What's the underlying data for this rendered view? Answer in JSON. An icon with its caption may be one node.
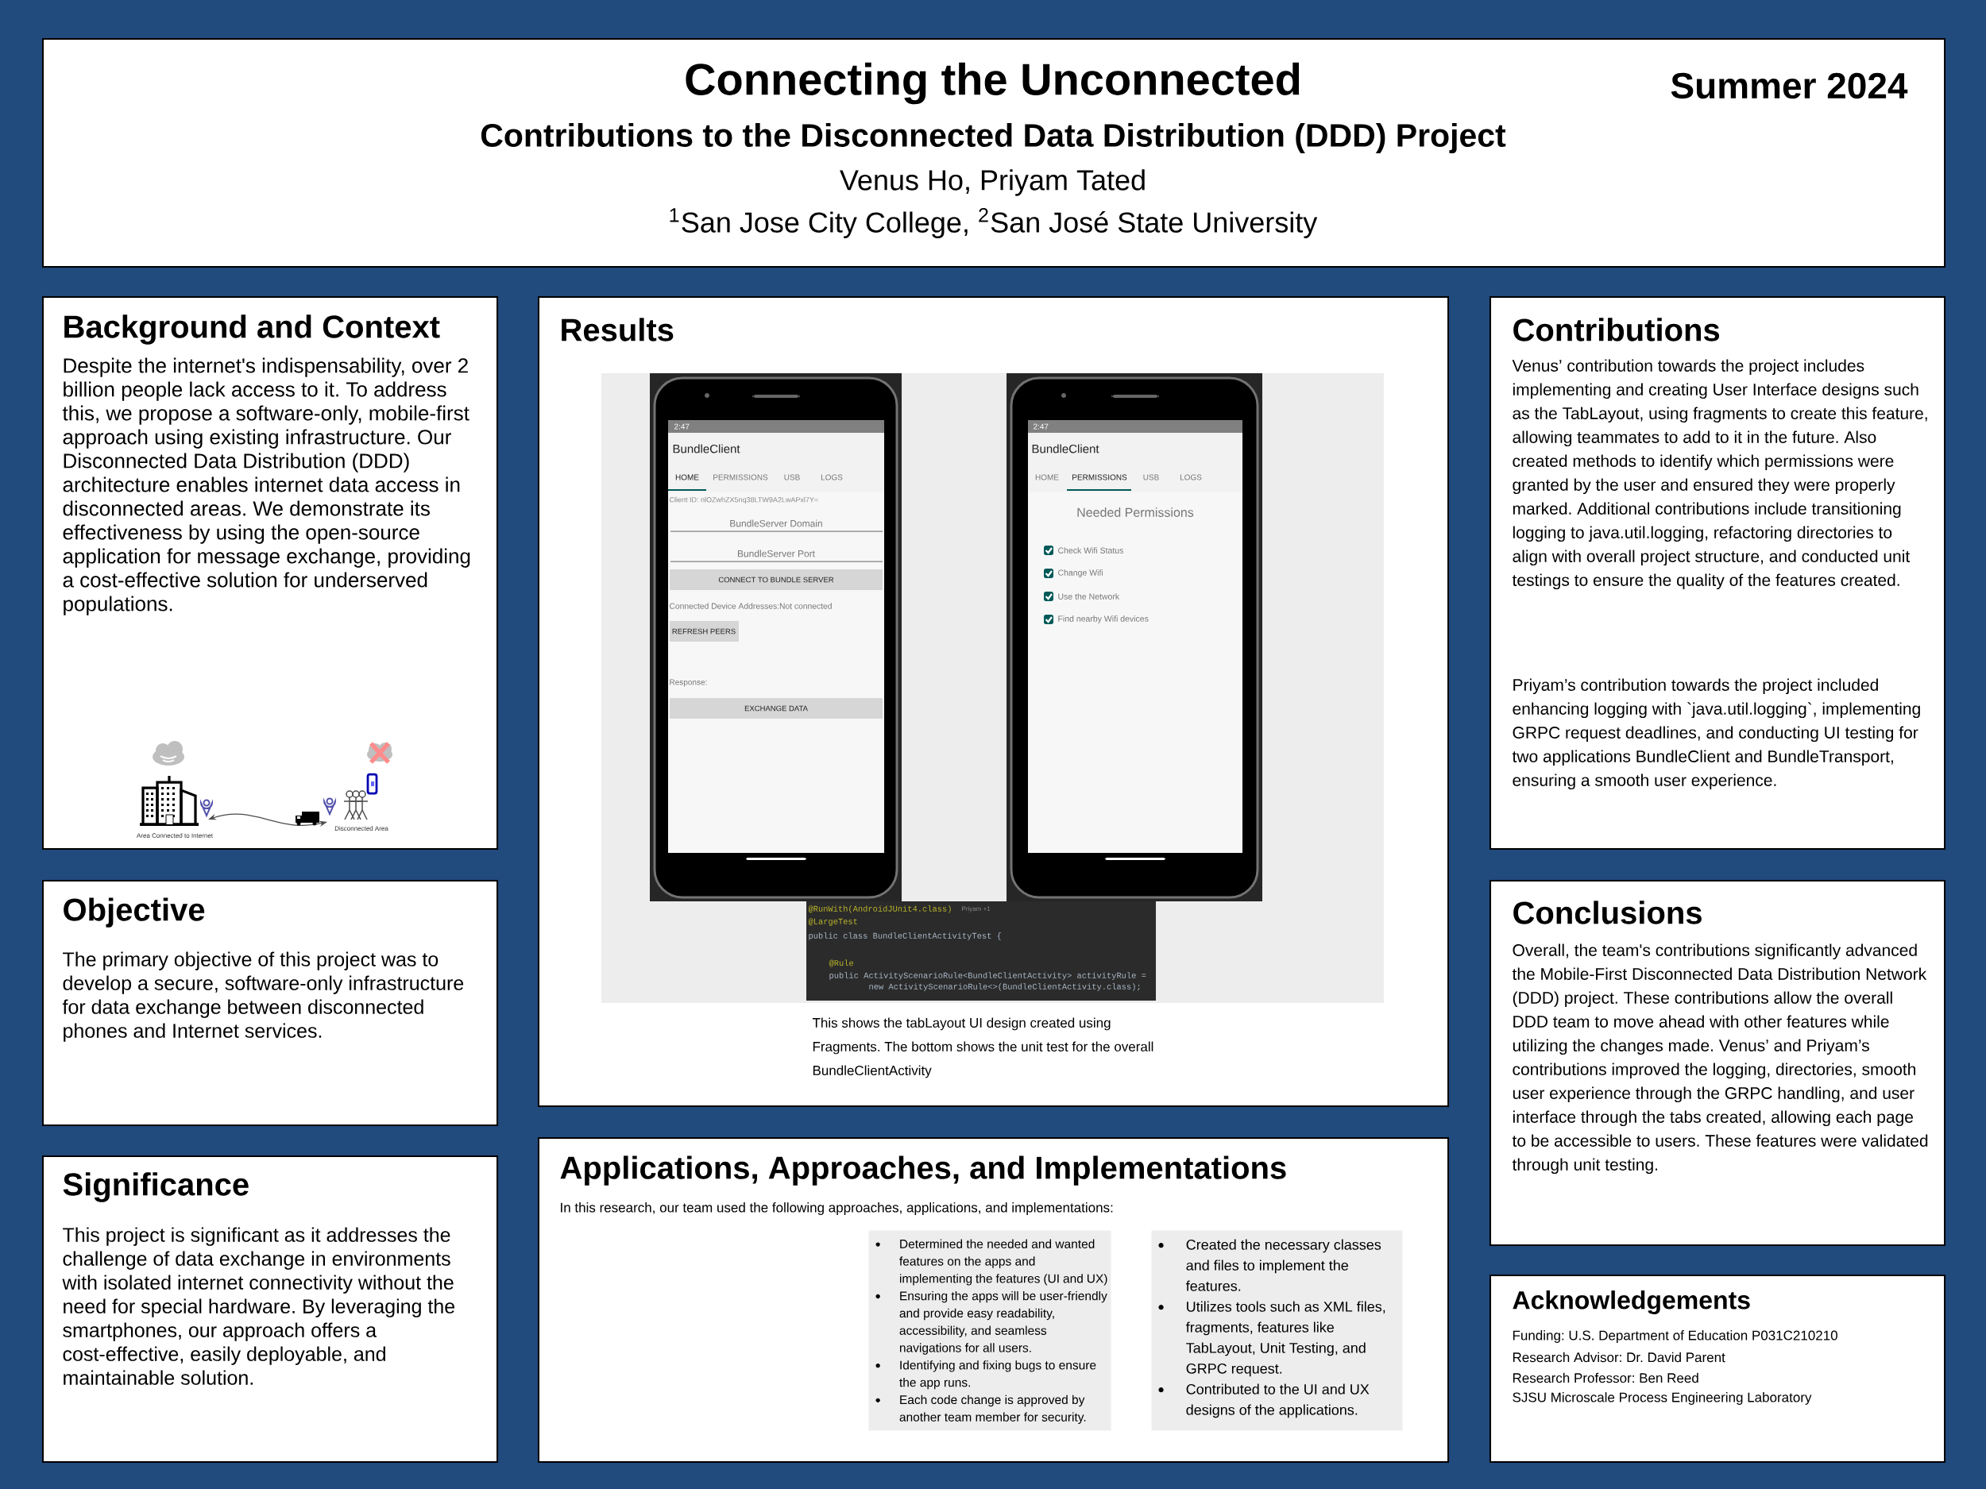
{
  "diagram": {
    "title": "Connecting the Unconnected",
    "nodes": [
      {
        "text": [
          "Contributions to the Disconnected Data Distribution (DDD) Project",
          "Venus Ho, Priyam Tated",
          "$^{1}$San Jose City College, $^{2}$San José State University",
          "Summer 2024"
        ]
      },
      {
        "text": [
          "Background and Context",
          "Despite the internet's indispensability, over 2 billion people lack access to it. To address this, we propose a software-only, mobile-first approach using existing infrastructure. Our Disconnected Data Distribution (DDD) architecture enables internet data access in disconnected areas. We demonstrate its effectiveness by using the open-source application for message exchange, providing a cost-effective solution for underserved populations."
        ]
      },
      {
        "text": [
          "Objective",
          "The primary objective of this project was to develop a secure, software-only infrastructure for data exchange between disconnected phones and Internet services."
        ]
      },
      {
        "text": [
          "Significance",
          "This project is significant as it addresses the challenge of data exchange in environments with isolated internet connectivity without the need for special hardware. By leveraging the smartphones, our approach offers a cost-effective, easily deployable, and maintainable solution."
        ]
      },
      {
        "text": [
          "Results",
          "This shows the tabLayout UI design created using Fragments. The bottom shows the unit test for the overall BundleClientActivity"
        ]
      },
      {
        "text": [
          "Applications, Approaches, and Implementations",
          "In this research, our team used the following approaches, applications, and implementations:"
        ]
      },
      {
        "text": [
          "Determined the needed and wanted features on the apps and implementing the features (UI and UX)",
          "Ensuring the apps will be user-friendly and provide easy readability, accessibility, and seamless navigations for all users.",
          "Identifying and fixing bugs to ensure the app runs.",
          "Each code change is approved by another team member for security."
        ],
        "in": 5
      },
      {
        "text": [
          "Created the necessary classes and files to implement the features.",
          "Utilizes tools such as XML files, fragments, features like TabLayout, Unit Testing, and GRPC request.",
          "Contributed to the UI and UX designs of the applications."
        ],
        "in": 5
      },
      {
        "text": [
          "Contributions",
          "Venus’ contribution towards the project includes implementing and creating User Interface designs such as the TabLayout, using fragments to create this feature, allowing teammates to add to it in the future. Also created methods to identify which permissions were granted by the user and ensured they were properly marked. Additional contributions include transitioning logging to java.util.logging, refactoring directories to align with overall project structure, and conducted unit testings to ensure the quality of the features created.",
          "Priyam’s contribution towards the project included enhancing logging with `java.util.logging`, implementing GRPC request deadlines, and conducting UI testing for two applications BundleClient and BundleTransport, ensuring a smooth user experience."
        ]
      },
      {
        "text": [
          "Conclusions",
          "Overall, the team's contributions significantly advanced the Mobile-First Disconnected Data Distribution Network (DDD) project. These contributions allow the overall DDD team to move ahead with other features while utilizing the changes made. Venus’ and Priyam’s contributions improved the logging, directories, smooth user experience through the GRPC handling, and user interface through the tabs created, allowing each page to be accessible to users. These features were validated through unit testing."
        ]
      },
      {
        "text": [
          "Acknowledgements",
          "Funding:  U.S. Department of Education P031C210210",
          "Research Advisor:  Dr. David Parent",
          "Research Professor: Ben Reed",
          "SJSU Microscale Process Engineering Laboratory"
        ]
      }
    ],
    "labels": [
      "Area Connected to Internet",
      "Disconnected Area",
      "2:47",
      "BundleClient",
      "HOME",
      "PERMISSIONS",
      "USB",
      "LOGS",
      "Client ID: nlOZwhZX5nq38LTW9A2LwAPxl7Y=",
      "BundleServer Domain",
      "BundleServer Port",
      "CONNECT TO BUNDLE SERVER",
      "Connected Device Addresses:Not connected",
      "REFRESH PEERS",
      "Response:",
      "EXCHANGE DATA",
      "2:47",
      "BundleClient",
      "HOME",
      "PERMISSIONS",
      "USB",
      "LOGS",
      "Needed Permissions",
      "Check Wifi Status",
      "Change Wifi",
      "Use the Network",
      "Find nearby Wifi devices",
      "@RunWith(AndroidJUnit4.class)",
      "Priyam +1",
      "@LargeTest",
      "public class BundleClientActivityTest {",
      "@Rule",
      "public ActivityScenarioRule<BundleClientActivity> activityRule =",
      "new ActivityScenarioRule<>(BundleClientActivity.class);"
    ]
  }
}
